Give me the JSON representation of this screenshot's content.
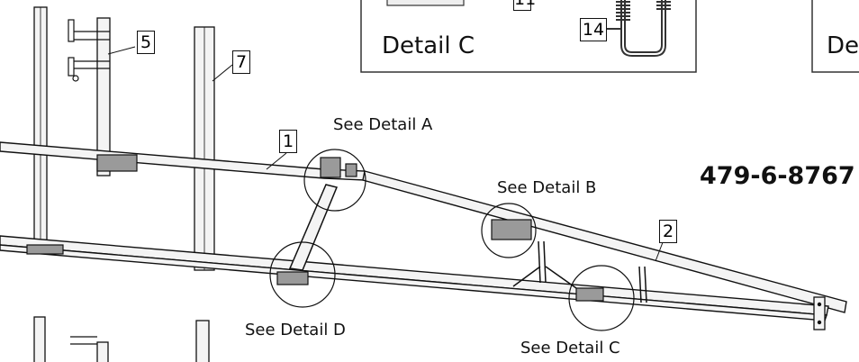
{
  "detail_panels": {
    "c": {
      "title": "Detail C",
      "callouts": [
        "11",
        "14"
      ]
    },
    "d": {
      "title": "De"
    }
  },
  "part_callouts": [
    "5",
    "7",
    "1",
    "2"
  ],
  "see_details": [
    "See Detail A",
    "See Detail B",
    "See Detail C",
    "See Detail D"
  ],
  "phone": "479-6-8767",
  "colors": {
    "line": "#111111",
    "frame_fill": "#f4f4f4",
    "hardware": "#9a9a9a"
  }
}
